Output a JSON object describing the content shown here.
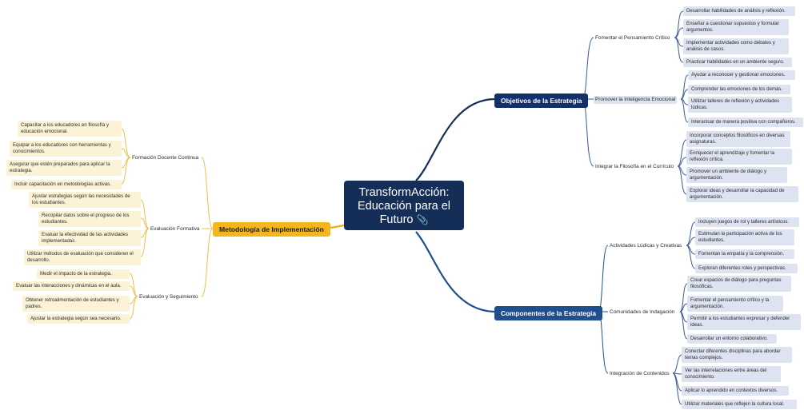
{
  "center": {
    "title": "TransformAcción: Educación para el Futuro",
    "icon": "paperclip-icon"
  },
  "colors": {
    "center": "#142e57",
    "right_main": "#13306d",
    "left_main": "#f3b71d",
    "right_leaf": "#dde3f1",
    "left_leaf": "#fcf3d6",
    "right_line": "#3a5a94",
    "left_line": "#e9c04e"
  },
  "objetivos": {
    "label": "Objetivos de la Estrategia",
    "groups": [
      {
        "label": "Fomentar el Pensamiento Crítico",
        "items": [
          "Desarrollar habilidades de análisis y reflexión.",
          "Enseñar a cuestionar supuestos y formular argumentos.",
          "Implementar actividades como debates y análisis de casos.",
          "Practicar habilidades en un ambiente seguro."
        ]
      },
      {
        "label": "Promover la Inteligencia Emocional",
        "items": [
          "Ayudar a reconocer y gestionar emociones.",
          "Comprender las emociones de los demás.",
          "Utilizar talleres de reflexión y actividades lúdicas.",
          "Interactuar de manera positiva con compañeros."
        ]
      },
      {
        "label": "Integrar la Filosofía en el Currículo",
        "items": [
          "Incorporar conceptos filosóficos en diversas asignaturas.",
          "Enriquecer el aprendizaje y fomentar la reflexión crítica.",
          "Promover un ambiente de diálogo y argumentación.",
          "Explorar ideas y desarrollar la capacidad de argumentación."
        ]
      }
    ]
  },
  "componentes": {
    "label": "Componentes de la Estrategia",
    "groups": [
      {
        "label": "Actividades Lúdicas y Creativas",
        "items": [
          "Incluyen juegos de rol y talleres artísticos.",
          "Estimulan la participación activa de los estudiantes.",
          "Fomentan la empatía y la comprensión.",
          "Exploran diferentes roles y perspectivas."
        ]
      },
      {
        "label": "Comunidades de Indagación",
        "items": [
          "Crear espacios de diálogo para preguntas filosóficas.",
          "Fomentar el pensamiento crítico y la argumentación.",
          "Permitir a los estudiantes expresar y defender ideas.",
          "Desarrollar un entorno colaborativo."
        ]
      },
      {
        "label": "Integración de Contenidos",
        "items": [
          "Conectar diferentes disciplinas para abordar temas complejos.",
          "Ver las interrelaciones entre áreas del conocimiento.",
          "Aplicar lo aprendido en contextos diversos.",
          "Utilizar materiales que reflejen la cultura local."
        ]
      }
    ]
  },
  "metodologia": {
    "label": "Metodología de Implementación",
    "groups": [
      {
        "label": "Formación Docente Continua",
        "items": [
          "Capacitar a los educadores en filosofía y educación emocional.",
          "Equipar a los educadores con herramientas y conocimientos.",
          "Asegurar que estén preparados para aplicar la estrategia.",
          "Incluir capacitación en metodologías activas."
        ]
      },
      {
        "label": "Evaluación Formativa",
        "items": [
          "Ajustar estrategias según las necesidades de los estudiantes.",
          "Recopilar datos sobre el progreso de los estudiantes.",
          "Evaluar la efectividad de las actividades implementadas.",
          "Utilizar métodos de evaluación que consideren el desarrollo."
        ]
      },
      {
        "label": "Evaluación y Seguimiento",
        "items": [
          "Medir el impacto de la estrategia.",
          "Evaluar las interacciones y dinámicas en el aula.",
          "Obtener retroalimentación de estudiantes y padres.",
          "Ajustar la estrategia según sea necesario."
        ]
      }
    ]
  }
}
